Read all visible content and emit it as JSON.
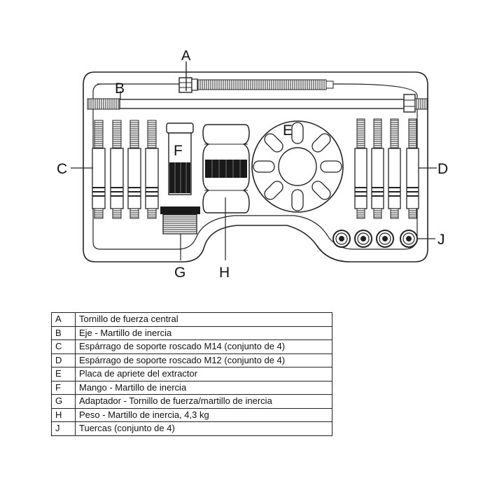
{
  "diagram": {
    "callouts": {
      "A": "A",
      "B": "B",
      "C": "C",
      "D": "D",
      "E": "E",
      "F": "F",
      "G": "G",
      "H": "H",
      "J": "J"
    }
  },
  "legend": {
    "rows": [
      {
        "key": "A",
        "desc": "Tornillo de fuerza central"
      },
      {
        "key": "B",
        "desc": "Eje - Martillo de inercia"
      },
      {
        "key": "C",
        "desc": "Espárrago de soporte roscado M14 (conjunto de 4)"
      },
      {
        "key": "D",
        "desc": "Espárrago de soporte roscado M12 (conjunto de 4)"
      },
      {
        "key": "E",
        "desc": "Placa de apriete del extractor"
      },
      {
        "key": "F",
        "desc": "Mango - Martillo de inercia"
      },
      {
        "key": "G",
        "desc": "Adaptador - Tornillo de fuerza/martillo de inercia"
      },
      {
        "key": "H",
        "desc": "Peso - Martillo de inercia, 4,3 kg"
      },
      {
        "key": "J",
        "desc": "Tuercas (conjunto de 4)"
      }
    ]
  }
}
